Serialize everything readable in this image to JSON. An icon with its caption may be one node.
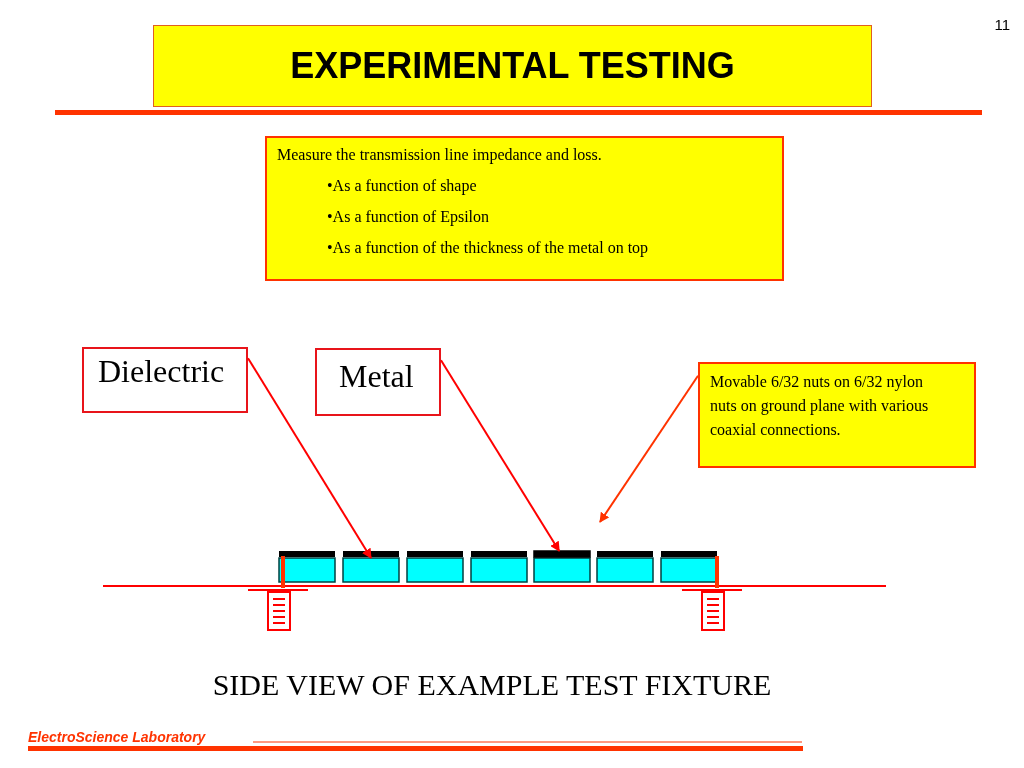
{
  "diagram": {
    "caption": "SIDE VIEW OF EXAMPLE TEST FIXTURE",
    "nodes": [
      {
        "text": [
          "EXPERIMENTAL TESTING"
        ]
      },
      {
        "text": [
          "Measure the transmission line impedance and loss.",
          "•As a function of shape",
          "•As a function of Epsilon",
          "•As a function of the thickness of the metal on top"
        ]
      },
      {
        "text": [
          "Dielectric"
        ]
      },
      {
        "text": [
          "Metal"
        ]
      },
      {
        "text": [
          "Movable 6/32 nuts on 6/32 nylon nuts on ground plane with various coaxial connections."
        ]
      },
      {
        "text": [],
        "shape": "box"
      },
      {
        "text": [],
        "shape": "bar"
      }
    ],
    "edges": [
      {
        "from": 2,
        "to": 5,
        "arrow": "to"
      },
      {
        "from": 3,
        "to": 6,
        "arrow": "to"
      },
      {
        "from": 4,
        "to": null,
        "arrow": "to"
      }
    ],
    "labels": [
      "11",
      "ElectroScience Laboratory"
    ]
  }
}
